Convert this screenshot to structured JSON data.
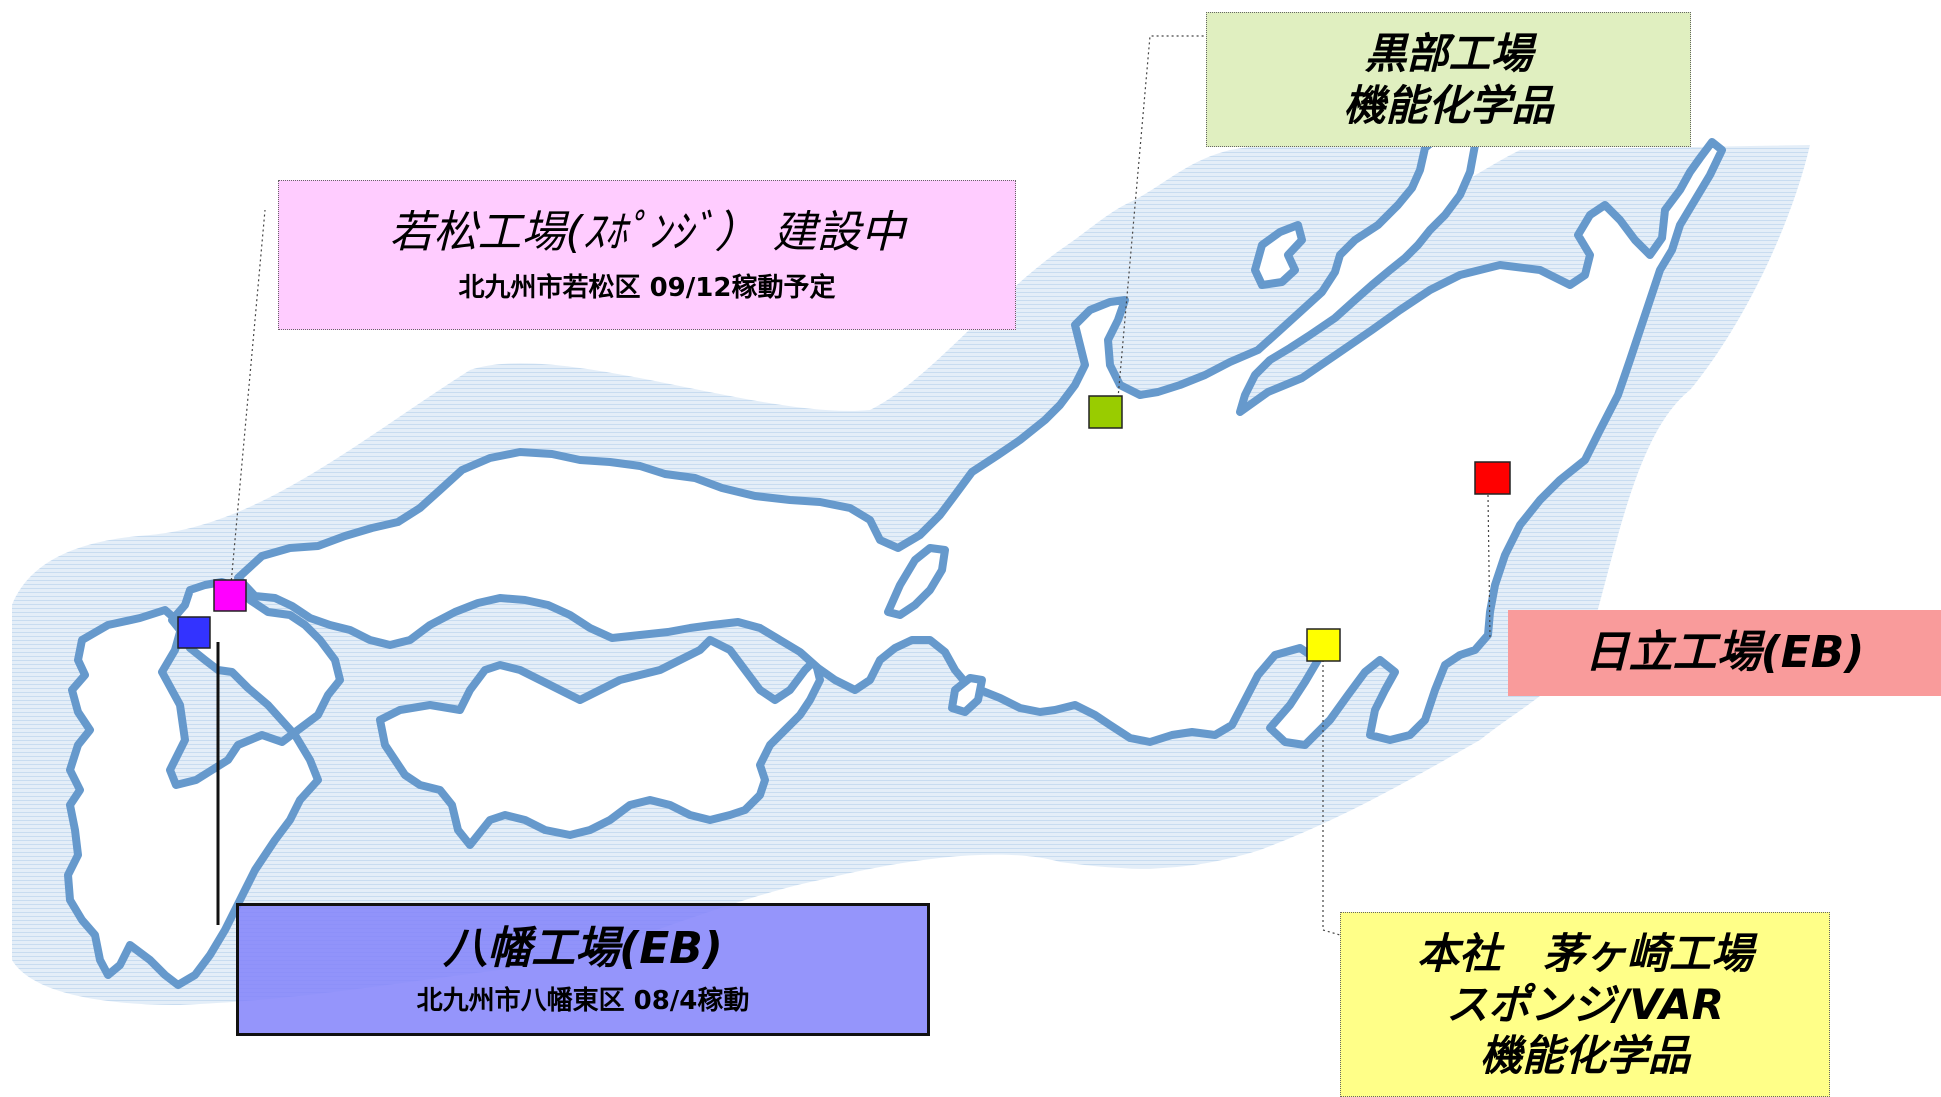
{
  "labels": {
    "wakamatsu": {
      "title": "若松工場(ｽﾎﾟﾝｼﾞ） 建設中",
      "subtitle": "北九州市若松区 09/12稼動予定"
    },
    "kurobe": {
      "line1": "黒部工場",
      "line2": "機能化学品"
    },
    "hitachi": {
      "title": "日立工場(EB)"
    },
    "yahata": {
      "title": "八幡工場(EB)",
      "subtitle": "北九州市八幡東区 08/4稼動"
    },
    "chigasaki": {
      "line1": "本社　茅ヶ崎工場",
      "line2": "スポンジ/VAR",
      "line3": "機能化学品"
    }
  },
  "markers": [
    {
      "name": "wakamatsu-marker",
      "color": "#ff00ff"
    },
    {
      "name": "yahata-marker",
      "color": "#3333ff"
    },
    {
      "name": "kurobe-marker",
      "color": "#99cc00"
    },
    {
      "name": "hitachi-marker",
      "color": "#ff0000"
    },
    {
      "name": "chigasaki-marker",
      "color": "#ffff00"
    }
  ],
  "colors": {
    "coastline": "#6699cc",
    "sea": "#dbe9f6"
  }
}
